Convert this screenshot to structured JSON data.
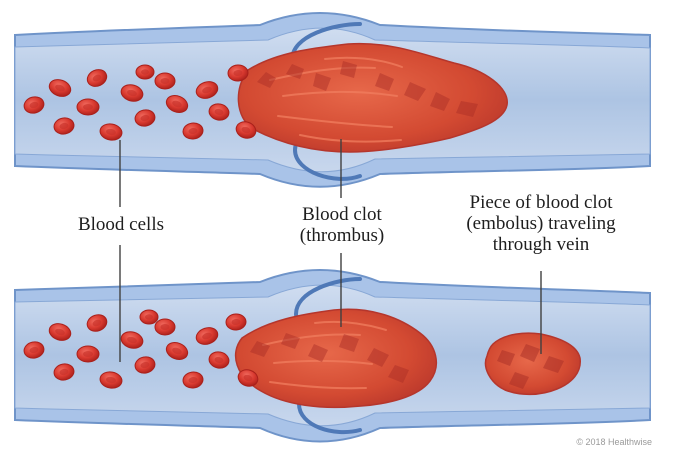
{
  "diagram": {
    "labels": {
      "blood_cells": "Blood cells",
      "blood_clot_line1": "Blood clot",
      "blood_clot_line2": "(thrombus)",
      "embolus_line1": "Piece of blood clot",
      "embolus_line2": "(embolus) traveling",
      "embolus_line3": "through vein"
    },
    "copyright": "© 2018 Healthwise",
    "colors": {
      "vein_wall": "#a9c3e8",
      "vein_wall_edge": "#6f94c9",
      "vein_lumen": "#b8cde8",
      "valve": "#4f79b7",
      "blood_cell": "#dc3d34",
      "clot": "#d84a34"
    }
  }
}
